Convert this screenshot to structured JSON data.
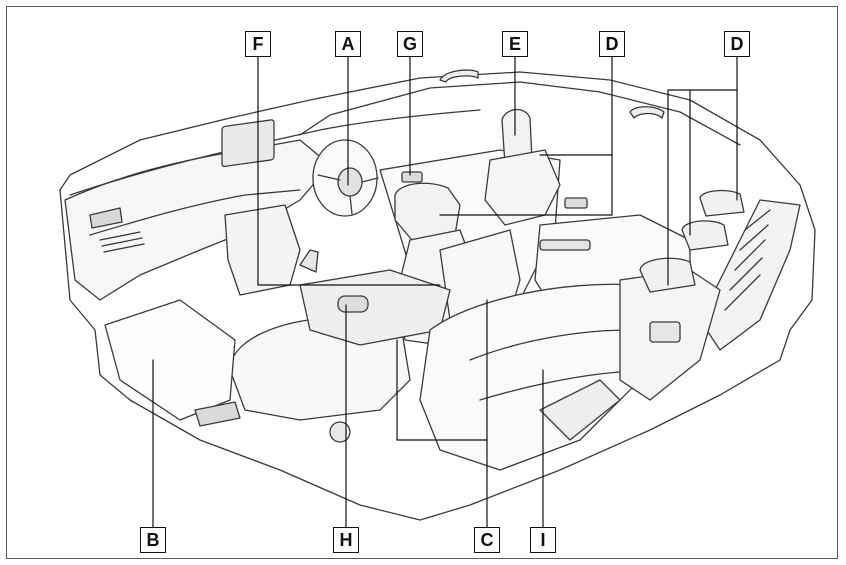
{
  "callouts": {
    "A": "A",
    "B": "B",
    "C": "C",
    "D_front": "D",
    "D_rear": "D",
    "E": "E",
    "F": "F",
    "G": "G",
    "H": "H",
    "I": "I"
  }
}
